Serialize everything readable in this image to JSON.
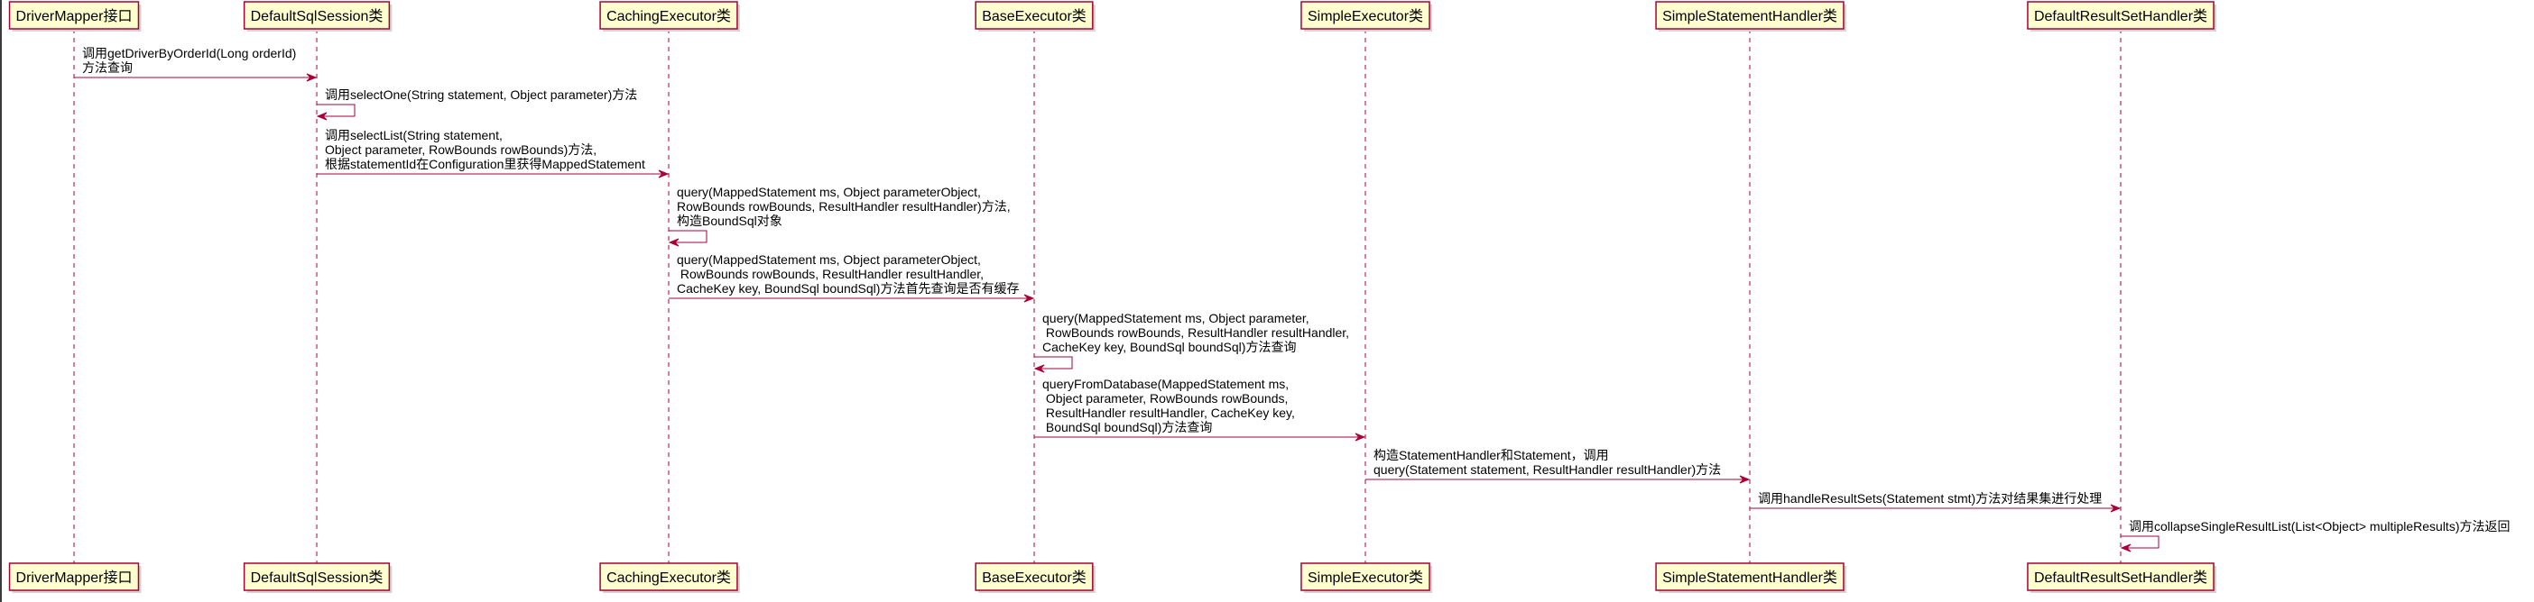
{
  "diagram": {
    "type": "sequence",
    "colors": {
      "background": "#FFFFFF",
      "participant_fill": "#FEFECE",
      "participant_border": "#A80036",
      "participant_shadow": "#D4D4D4",
      "lifeline": "#A80036",
      "arrow": "#A80036",
      "text": "#000000",
      "left_edge": "#3A3A3A"
    },
    "participants": [
      {
        "name": "DriverMapper接口"
      },
      {
        "name": "DefaultSqlSession类"
      },
      {
        "name": "CachingExecutor类"
      },
      {
        "name": "BaseExecutor类"
      },
      {
        "name": "SimpleExecutor类"
      },
      {
        "name": "SimpleStatementHandler类"
      },
      {
        "name": "DefaultResultSetHandler类"
      }
    ],
    "messages": [
      {
        "from": 0,
        "to": 1,
        "lines": [
          "调用getDriverByOrderId(Long orderId)",
          "方法查询"
        ]
      },
      {
        "from": 1,
        "to": 1,
        "lines": [
          "调用selectOne(String statement, Object parameter)方法"
        ]
      },
      {
        "from": 1,
        "to": 2,
        "lines": [
          "调用selectList(String statement,",
          "Object parameter, RowBounds rowBounds)方法,",
          "根据statementId在Configuration里获得MappedStatement"
        ]
      },
      {
        "from": 2,
        "to": 2,
        "lines": [
          "query(MappedStatement ms, Object parameterObject,",
          "RowBounds rowBounds, ResultHandler resultHandler)方法,",
          "构造BoundSql对象"
        ]
      },
      {
        "from": 2,
        "to": 3,
        "lines": [
          "query(MappedStatement ms, Object parameterObject,",
          " RowBounds rowBounds, ResultHandler resultHandler,",
          "CacheKey key, BoundSql boundSql)方法首先查询是否有缓存"
        ]
      },
      {
        "from": 3,
        "to": 3,
        "lines": [
          "query(MappedStatement ms, Object parameter,",
          " RowBounds rowBounds, ResultHandler resultHandler,",
          "CacheKey key, BoundSql boundSql)方法查询"
        ]
      },
      {
        "from": 3,
        "to": 4,
        "lines": [
          "queryFromDatabase(MappedStatement ms,",
          " Object parameter, RowBounds rowBounds,",
          " ResultHandler resultHandler, CacheKey key,",
          " BoundSql boundSql)方法查询"
        ]
      },
      {
        "from": 4,
        "to": 5,
        "lines": [
          "构造StatementHandler和Statement，调用",
          "query(Statement statement, ResultHandler resultHandler)方法"
        ]
      },
      {
        "from": 5,
        "to": 6,
        "lines": [
          "调用handleResultSets(Statement stmt)方法对结果集进行处理"
        ]
      },
      {
        "from": 6,
        "to": 6,
        "lines": [
          "调用collapseSingleResultList(List<Object> multipleResults)方法返回"
        ]
      }
    ]
  }
}
